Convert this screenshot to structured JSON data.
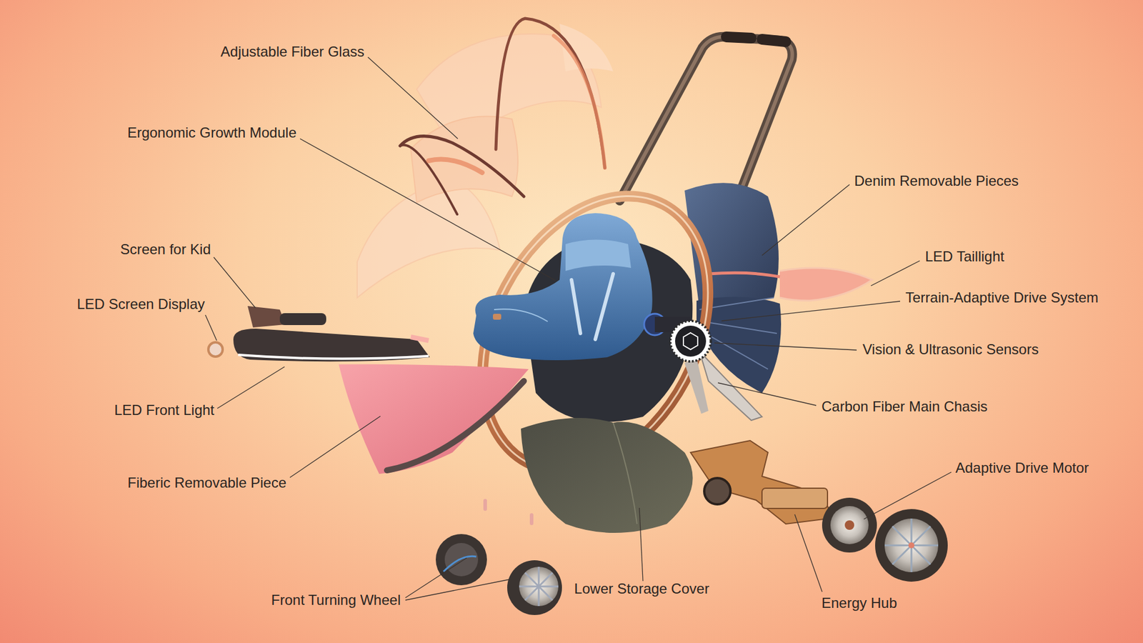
{
  "diagram": {
    "labels": [
      "Adjustable Fiber Glass",
      "Ergonomic Growth Module",
      "Screen for Kid",
      "LED Screen Display",
      "LED Front Light",
      "Fiberic Removable Piece",
      "Front Turning Wheel",
      "Denim Removable Pieces",
      "LED Taillight",
      "Terrain-Adaptive Drive System",
      "Vision & Ultrasonic Sensors",
      "Carbon Fiber Main Chasis",
      "Adaptive Drive Motor",
      "Lower Storage Cover",
      "Energy Hub"
    ]
  }
}
